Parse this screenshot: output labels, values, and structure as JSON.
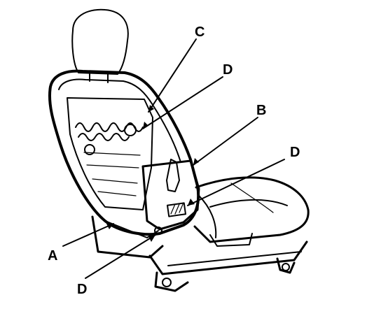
{
  "callouts": {
    "a": "A",
    "b": "B",
    "c": "C",
    "d_upper": "D",
    "d_right": "D",
    "d_lower": "D"
  },
  "colors": {
    "ink": "#000000",
    "background": "#ffffff"
  }
}
